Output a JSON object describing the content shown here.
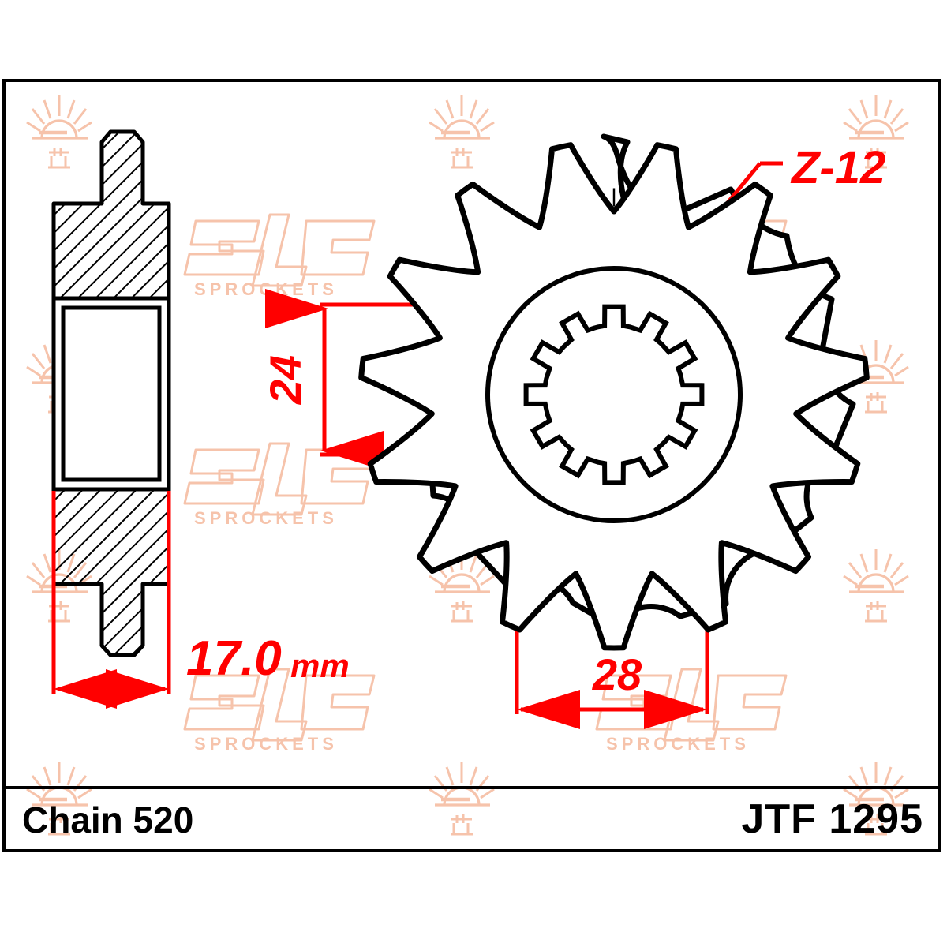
{
  "drawing": {
    "title": "JT Sprockets front sprocket technical drawing",
    "part_number": "JTF 1295",
    "chain_label": "Chain 520",
    "views": {
      "left": "cross-section side view",
      "right": "front face view"
    }
  },
  "dimensions": {
    "thickness": {
      "value": "17.0",
      "unit": "mm",
      "label": "17.0",
      "unit_label": "mm",
      "orientation": "horizontal"
    },
    "bore_height": {
      "value": "24",
      "label": "24",
      "orientation": "vertical"
    },
    "bore_width": {
      "value": "28",
      "label": "28",
      "orientation": "horizontal"
    },
    "spline_count": {
      "label": "Z-12",
      "value": "12",
      "meaning": "spline teeth"
    }
  },
  "colors": {
    "dimension_red": "#ff0000",
    "outline_black": "#000000",
    "watermark_peach": "#f6c3ab",
    "background": "#ffffff"
  },
  "watermarks": {
    "logo_text": "SPROCKETS",
    "sun_icon": "sunrise-icon",
    "jt_logo": "jt-logo"
  },
  "geometry": {
    "sprocket_teeth": 15,
    "spline_teeth": 12
  }
}
